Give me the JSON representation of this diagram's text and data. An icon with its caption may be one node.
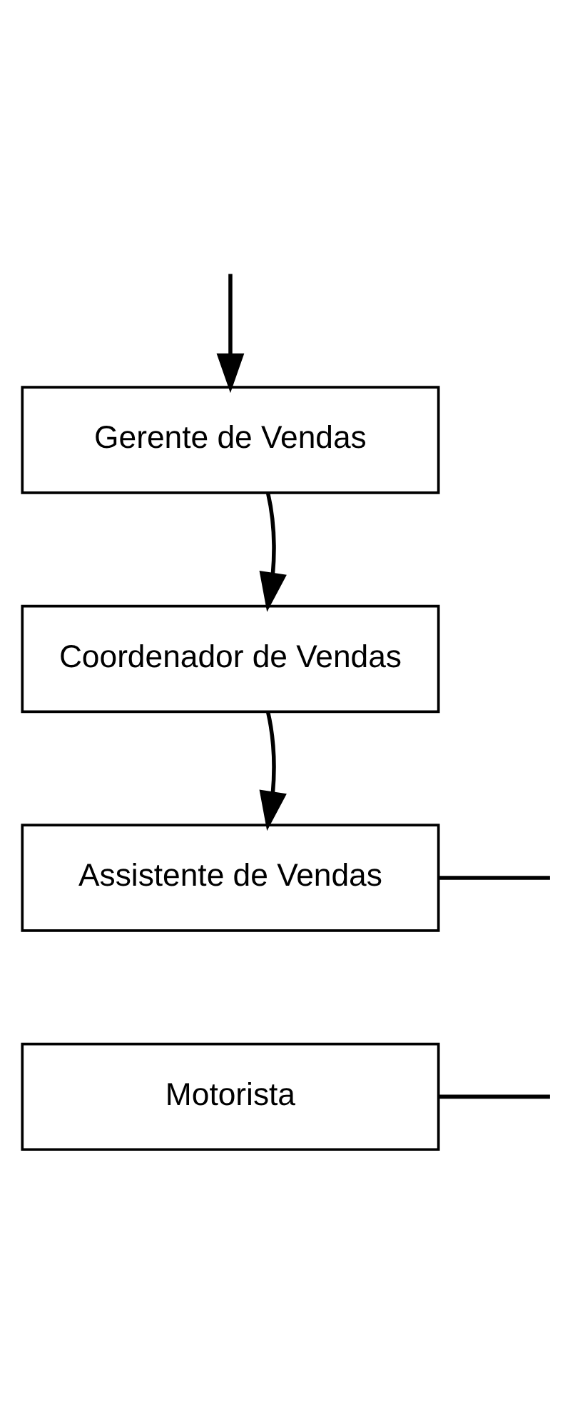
{
  "diagram": {
    "nodes": [
      {
        "text": [
          "Gerente de Vendas"
        ]
      },
      {
        "text": [
          "Coordenador de Vendas"
        ]
      },
      {
        "text": [
          "Assistente de Vendas"
        ]
      },
      {
        "text": [
          "Motorista"
        ]
      }
    ],
    "edges": [
      {
        "from": null,
        "to": 0,
        "arrow": "to"
      },
      {
        "from": 0,
        "to": 1,
        "arrow": "to"
      },
      {
        "from": 1,
        "to": 2,
        "arrow": "to"
      },
      {
        "from": 2,
        "to": null,
        "arrow": "none"
      },
      {
        "from": 3,
        "to": null,
        "arrow": "none"
      }
    ]
  }
}
